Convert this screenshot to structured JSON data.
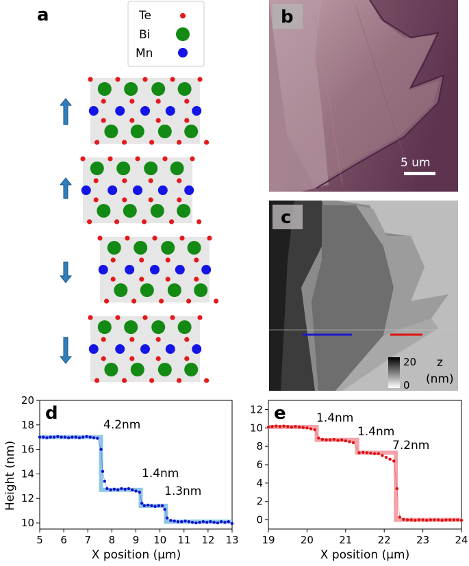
{
  "panels": {
    "a": "a",
    "b": "b",
    "c": "c",
    "d": "d",
    "e": "e"
  },
  "legend": {
    "te": "Te",
    "bi": "Bi",
    "mn": "Mn"
  },
  "colors": {
    "te": "#e31a1c",
    "bi": "#138a13",
    "mn": "#1414e6",
    "arrow": "#2f7fbf",
    "panel_d_line": "#8ec6e6",
    "panel_d_dots": "#1010d0",
    "panel_e_line": "#f4a3ab",
    "panel_e_dots": "#e01010",
    "layer_bg": "#e6e6e6"
  },
  "layers": {
    "spin_directions": [
      "up",
      "up",
      "down",
      "down"
    ]
  },
  "optical_image": {
    "scale_bar_label": "5 um"
  },
  "afm_image": {
    "colorbar_max": "20",
    "colorbar_min": "0",
    "colorbar_unit_1": "z",
    "colorbar_unit_2": "(nm)"
  },
  "chart_data": [
    {
      "panel": "d",
      "type": "line",
      "xlabel": "X position (μm)",
      "ylabel": "Height (nm)",
      "xlim": [
        5,
        13
      ],
      "ylim": [
        9.5,
        20
      ],
      "xticks": [
        "5",
        "6",
        "7",
        "8",
        "9",
        "10",
        "11",
        "12",
        "13"
      ],
      "yticks": [
        "10",
        "12",
        "14",
        "16",
        "18",
        "20"
      ],
      "annotations": [
        "4.2nm",
        "1.4nm",
        "1.3nm"
      ],
      "series": [
        {
          "kind": "step-fit",
          "x": [
            5,
            7.55,
            7.55,
            9.2,
            9.2,
            10.25,
            10.25,
            13
          ],
          "y": [
            17.0,
            17.0,
            12.7,
            12.7,
            11.4,
            11.4,
            10.1,
            10.1
          ]
        },
        {
          "kind": "measured",
          "x": [
            5.0,
            5.15,
            5.3,
            5.45,
            5.6,
            5.75,
            5.9,
            6.05,
            6.2,
            6.35,
            6.5,
            6.65,
            6.8,
            6.95,
            7.1,
            7.25,
            7.4,
            7.55,
            7.62,
            7.7,
            7.8,
            7.95,
            8.1,
            8.25,
            8.4,
            8.55,
            8.7,
            8.85,
            9.0,
            9.15,
            9.25,
            9.35,
            9.5,
            9.65,
            9.8,
            9.95,
            10.1,
            10.2,
            10.3,
            10.45,
            10.6,
            10.75,
            10.9,
            11.05,
            11.2,
            11.35,
            11.5,
            11.65,
            11.8,
            11.95,
            12.1,
            12.25,
            12.4,
            12.55,
            12.7,
            12.85,
            13.0
          ],
          "y": [
            17.0,
            17.0,
            16.95,
            17.0,
            17.0,
            17.05,
            17.0,
            17.0,
            16.95,
            17.0,
            17.0,
            16.95,
            17.0,
            17.05,
            17.0,
            16.95,
            16.9,
            16.0,
            14.2,
            13.4,
            12.8,
            12.7,
            12.75,
            12.7,
            12.8,
            12.75,
            12.8,
            12.7,
            12.6,
            12.5,
            11.6,
            11.4,
            11.45,
            11.4,
            11.35,
            11.4,
            11.4,
            11.1,
            10.4,
            10.2,
            10.15,
            10.1,
            10.1,
            10.15,
            10.1,
            10.05,
            10.0,
            10.05,
            10.1,
            10.05,
            10.1,
            10.05,
            10.0,
            10.1,
            10.05,
            10.1,
            9.95
          ]
        }
      ]
    },
    {
      "panel": "e",
      "type": "line",
      "xlabel": "X position (μm)",
      "ylabel": "",
      "xlim": [
        19,
        24
      ],
      "ylim": [
        -1,
        13
      ],
      "xticks": [
        "19",
        "20",
        "21",
        "22",
        "23",
        "24"
      ],
      "yticks": [
        "0",
        "2",
        "4",
        "6",
        "8",
        "10",
        "12"
      ],
      "annotations": [
        "1.4nm",
        "1.4nm",
        "7.2nm"
      ],
      "series": [
        {
          "kind": "step-fit",
          "x": [
            19,
            20.25,
            20.25,
            21.3,
            21.3,
            22.3,
            22.3,
            24
          ],
          "y": [
            10.1,
            10.1,
            8.7,
            8.7,
            7.3,
            7.3,
            0.0,
            0.0
          ]
        },
        {
          "kind": "measured",
          "x": [
            19.0,
            19.1,
            19.2,
            19.3,
            19.4,
            19.5,
            19.6,
            19.7,
            19.8,
            19.9,
            20.0,
            20.1,
            20.2,
            20.3,
            20.4,
            20.5,
            20.6,
            20.7,
            20.8,
            20.9,
            21.0,
            21.1,
            21.2,
            21.35,
            21.45,
            21.55,
            21.65,
            21.75,
            21.85,
            21.95,
            22.05,
            22.15,
            22.25,
            22.33,
            22.4,
            22.5,
            22.6,
            22.7,
            22.8,
            22.9,
            23.0,
            23.1,
            23.2,
            23.3,
            23.4,
            23.5,
            23.6,
            23.7,
            23.8,
            23.9,
            24.0
          ],
          "y": [
            10.1,
            10.15,
            10.2,
            10.15,
            10.2,
            10.15,
            10.1,
            10.15,
            10.1,
            10.05,
            10.0,
            9.9,
            9.8,
            8.9,
            8.75,
            8.7,
            8.7,
            8.75,
            8.65,
            8.7,
            8.6,
            8.5,
            8.4,
            7.3,
            7.35,
            7.3,
            7.25,
            7.2,
            7.2,
            7.0,
            6.8,
            6.6,
            6.4,
            3.4,
            0.3,
            0.05,
            0.0,
            0.0,
            -0.05,
            0.0,
            0.0,
            -0.05,
            0.0,
            0.0,
            0.0,
            -0.05,
            0.0,
            0.0,
            0.0,
            0.0,
            -0.05
          ]
        }
      ]
    }
  ]
}
